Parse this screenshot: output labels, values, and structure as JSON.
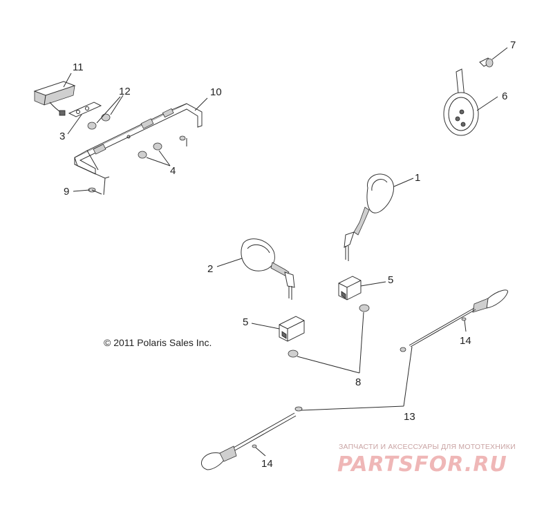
{
  "copyright": "© 2011 Polaris Sales Inc.",
  "watermark": {
    "tagline": "ЗАПЧАСТИ И АКСЕССУАРЫ ДЛЯ МОТОТЕХНИКИ",
    "logo": "PARTSFOR.RU",
    "color": "#efb7b7"
  },
  "callouts": {
    "c1": "1",
    "c2": "2",
    "c3": "3",
    "c4": "4",
    "c5a": "5",
    "c5b": "5",
    "c6": "6",
    "c7": "7",
    "c8": "8",
    "c9": "9",
    "c10": "10",
    "c11": "11",
    "c12": "12",
    "c13": "13",
    "c14a": "14",
    "c14b": "14"
  }
}
